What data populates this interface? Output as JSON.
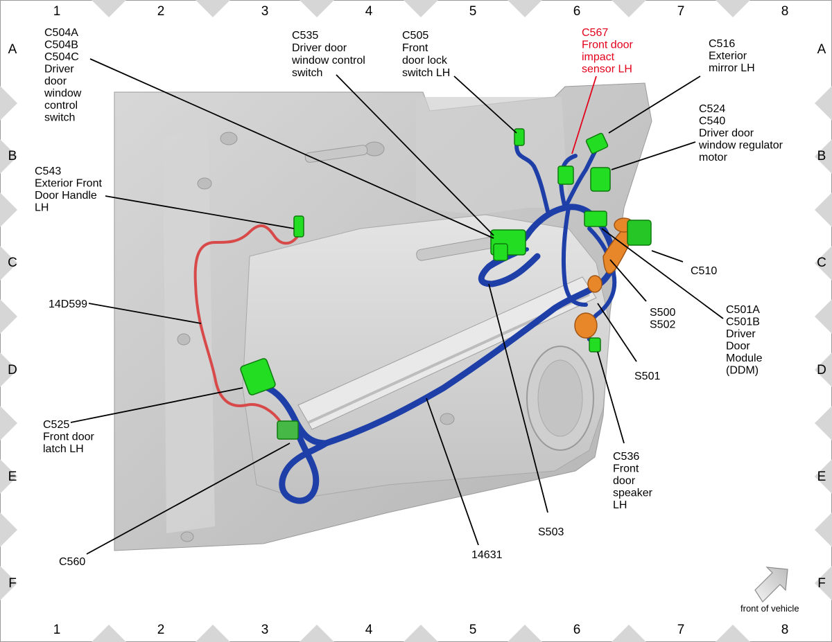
{
  "grid": {
    "columns": [
      "1",
      "2",
      "3",
      "4",
      "5",
      "6",
      "7",
      "8"
    ],
    "rows": [
      "A",
      "B",
      "C",
      "D",
      "E",
      "F"
    ]
  },
  "labels": {
    "c504": [
      "C504A",
      "C504B",
      "C504C",
      "Driver",
      "door",
      "window",
      "control",
      "switch"
    ],
    "c535": [
      "C535",
      "Driver door",
      "window control",
      "switch"
    ],
    "c505": [
      "C505",
      "Front",
      "door lock",
      "switch LH"
    ],
    "c567": [
      "C567",
      "Front door",
      "impact",
      "sensor LH"
    ],
    "c516": [
      "C516",
      "Exterior",
      "mirror LH"
    ],
    "c524": [
      "C524",
      "C540",
      "Driver door",
      "window regulator",
      "motor"
    ],
    "c543": [
      "C543",
      "Exterior Front",
      "Door Handle",
      "LH"
    ],
    "c510": [
      "C510"
    ],
    "w14d599": [
      "14D599"
    ],
    "s500": [
      "S500",
      "S502"
    ],
    "c501": [
      "C501A",
      "C501B",
      "Driver",
      "Door",
      "Module",
      "(DDM)"
    ],
    "s501": [
      "S501"
    ],
    "c525": [
      "C525",
      "Front door",
      "latch LH"
    ],
    "c536": [
      "C536",
      "Front",
      "door",
      "speaker",
      "LH"
    ],
    "c560": [
      "C560"
    ],
    "w14631": [
      "14631"
    ],
    "s503": [
      "S503"
    ]
  },
  "front_of_vehicle": "front of vehicle",
  "colors": {
    "harness": "#1f3fa8",
    "connector": "#22dd22",
    "sub_harness": "#d84a4a",
    "grommet": "#e8862a",
    "highlight_text": "#e3001b",
    "panel": "#cfcfcf"
  }
}
